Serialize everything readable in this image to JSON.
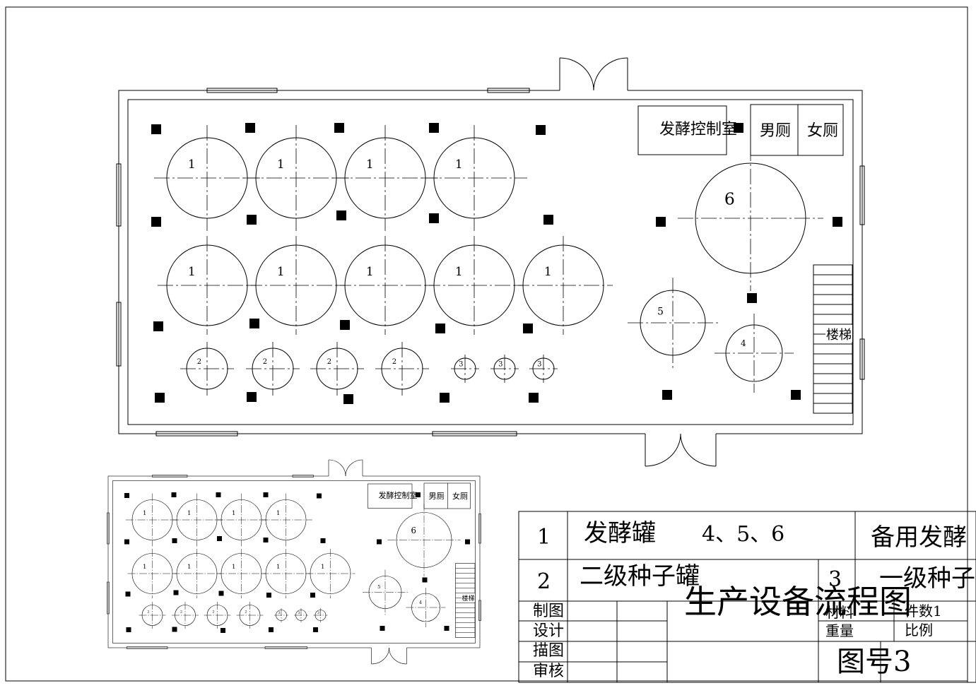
{
  "plan": {
    "rooms": {
      "control_room": "发酵控制室",
      "mens_toilet": "男厕",
      "womens_toilet": "女厕",
      "stairs": "楼梯"
    },
    "tanks": {
      "row1": [
        "1",
        "1",
        "1",
        "1"
      ],
      "row2": [
        "1",
        "1",
        "1",
        "1",
        "1"
      ],
      "seed2": [
        "2",
        "2",
        "2",
        "2"
      ],
      "seed1": [
        "3",
        "3",
        "3"
      ],
      "big": "6",
      "mid": "5",
      "small": "4"
    }
  },
  "title_block": {
    "legend": [
      {
        "no": "1",
        "text": "发酵罐",
        "extra": "4、5、6",
        "extra_text": "备用发酵"
      },
      {
        "no": "2",
        "text": "二级种子罐",
        "extra": "3",
        "extra_text": "一级种子"
      }
    ],
    "title": "生产设备流程图",
    "labels": {
      "draw": "制图",
      "design": "设计",
      "trace": "描图",
      "review": "审核",
      "material": "材料",
      "weight": "重量",
      "pieces": "件数1",
      "scale": "比例",
      "drawing_no": "图号3"
    }
  }
}
